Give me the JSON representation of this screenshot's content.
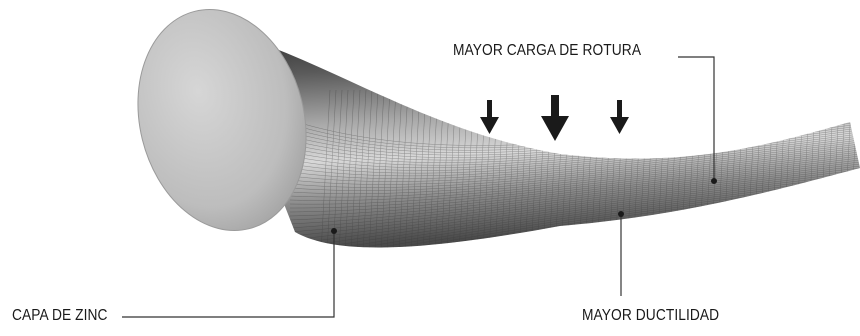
{
  "labels": {
    "breaking_load": "MAYOR CARGA DE ROTURA",
    "zinc_layer": "CAPA DE ZINC",
    "ductility": "MAYOR DUCTILIDAD"
  },
  "colors": {
    "wire_dark": "#2e2e2e",
    "wire_mid": "#8a8a8a",
    "wire_light": "#e6e6e6",
    "cross_section": "#c4c4c4",
    "arrow": "#1a1a1a",
    "leader_line": "#333333"
  },
  "icons": {
    "load_arrows": "arrow-down-icon"
  }
}
